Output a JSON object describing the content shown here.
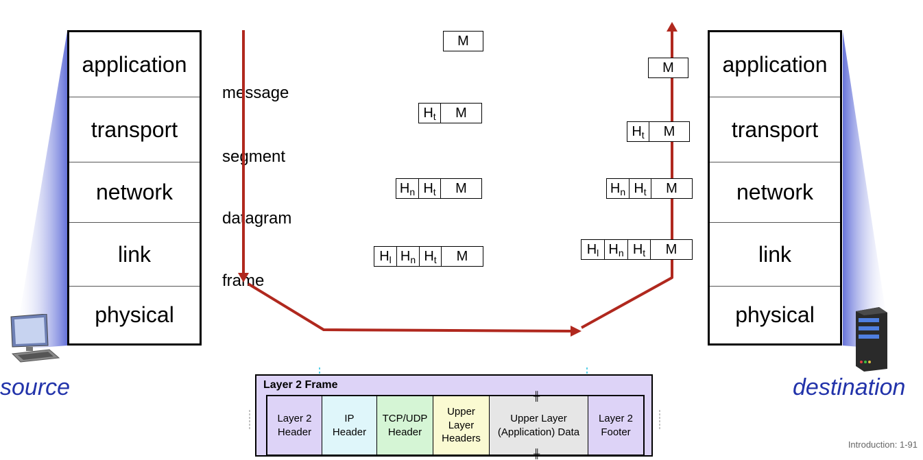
{
  "source_stack": [
    "application",
    "transport",
    "network",
    "link",
    "physical"
  ],
  "dest_stack": [
    "application",
    "transport",
    "network",
    "link",
    "physical"
  ],
  "pdu_names": [
    "message",
    "segment",
    "datagram",
    "frame"
  ],
  "pdu_letters": {
    "message": "M",
    "transport": "t",
    "network": "n",
    "link": "l",
    "header": "H"
  },
  "source_label": "source",
  "destination_label": "destination",
  "frame": {
    "title": "Layer 2 Frame",
    "fields": [
      "Layer 2\nHeader",
      "IP\nHeader",
      "TCP/UDP\nHeader",
      "Upper\nLayer\nHeaders",
      "Upper Layer\n(Application) Data",
      "Layer 2\nFooter"
    ],
    "colors": [
      "#ddd3f7",
      "#dff6fa",
      "#d5f5d5",
      "#fafad2",
      "#e6e6e6",
      "#ddd3f7"
    ]
  },
  "arrow_color": "#b0281e",
  "footer": "Introduction: 1-91"
}
